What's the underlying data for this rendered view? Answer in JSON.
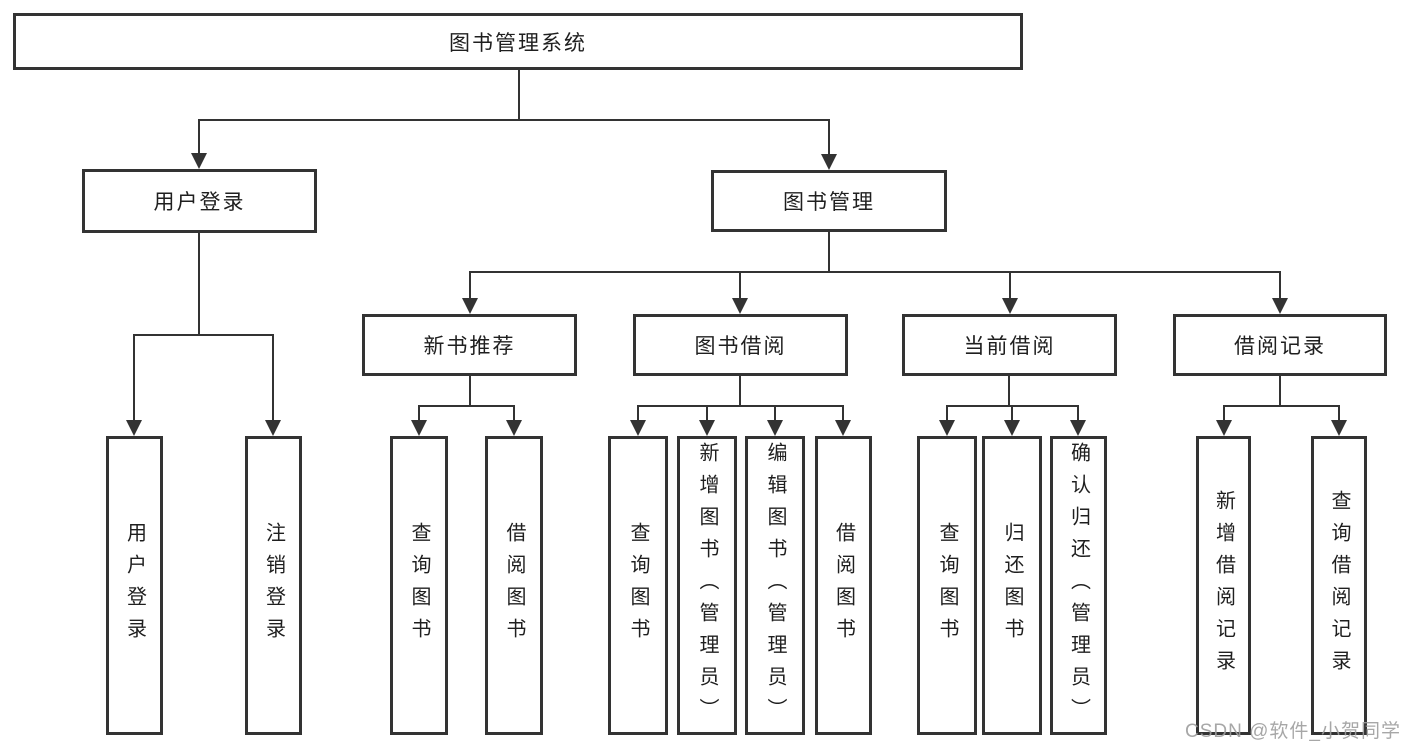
{
  "colors": {
    "line": "#333333",
    "text": "#1f1f1f",
    "watermark": "#9e9e9e",
    "background": "#ffffff"
  },
  "watermark": {
    "text": "CSDN @软件_小贺同学"
  },
  "tree": {
    "root": {
      "label": "图书管理系统"
    },
    "login": {
      "label": "用户登录",
      "children": [
        {
          "label": "用户登录"
        },
        {
          "label": "注销登录"
        }
      ]
    },
    "management": {
      "label": "图书管理",
      "groups": [
        {
          "label": "新书推荐",
          "children": [
            {
              "label": "查询图书"
            },
            {
              "label": "借阅图书"
            }
          ]
        },
        {
          "label": "图书借阅",
          "children": [
            {
              "label": "查询图书"
            },
            {
              "label": "新增图书（管理员）"
            },
            {
              "label": "编辑图书（管理员）"
            },
            {
              "label": "借阅图书"
            }
          ]
        },
        {
          "label": "当前借阅",
          "children": [
            {
              "label": "查询图书"
            },
            {
              "label": "归还图书"
            },
            {
              "label": "确认归还（管理员）"
            }
          ]
        },
        {
          "label": "借阅记录",
          "children": [
            {
              "label": "新增借阅记录"
            },
            {
              "label": "查询借阅记录"
            }
          ]
        }
      ]
    }
  }
}
